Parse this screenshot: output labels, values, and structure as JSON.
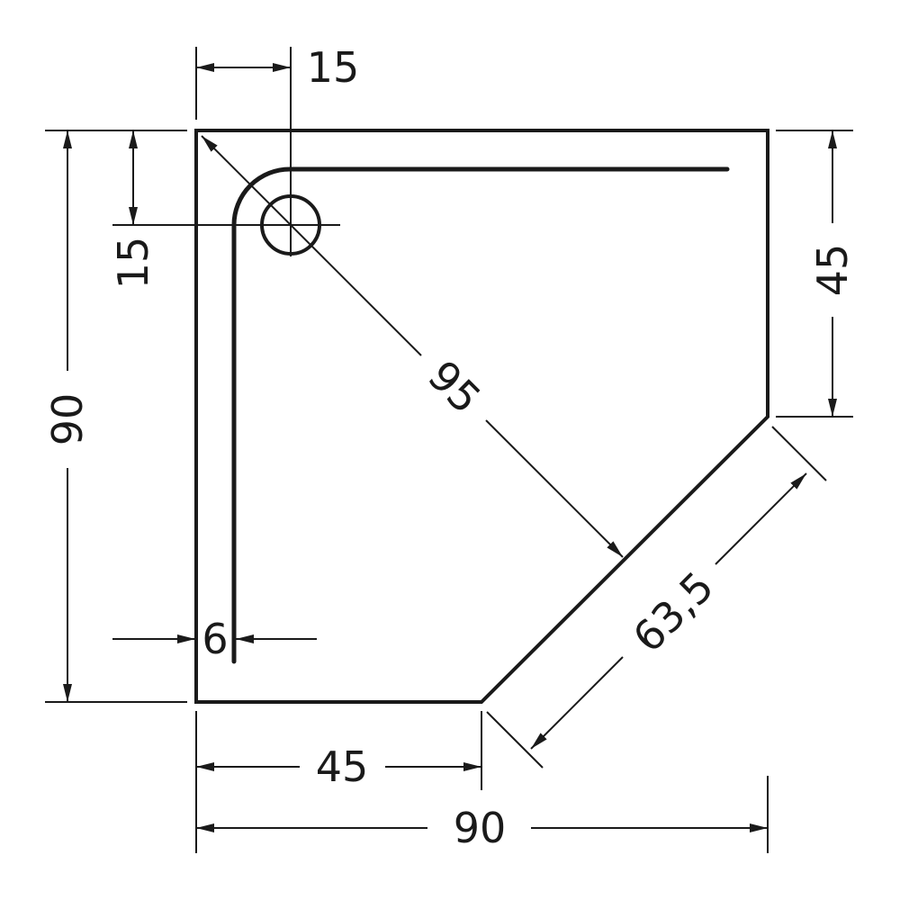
{
  "diagram": {
    "type": "pentagonal shower tray technical drawing",
    "dimensions": {
      "drain_offset_x": "15",
      "drain_offset_y": "15",
      "total_depth": "90",
      "total_width": "90",
      "right_side": "45",
      "bottom_side": "45",
      "diagonal": "95",
      "angled_side": "63,5",
      "rim_width": "6"
    },
    "colors": {
      "line": "#1a1a1a",
      "background": "#ffffff"
    }
  }
}
